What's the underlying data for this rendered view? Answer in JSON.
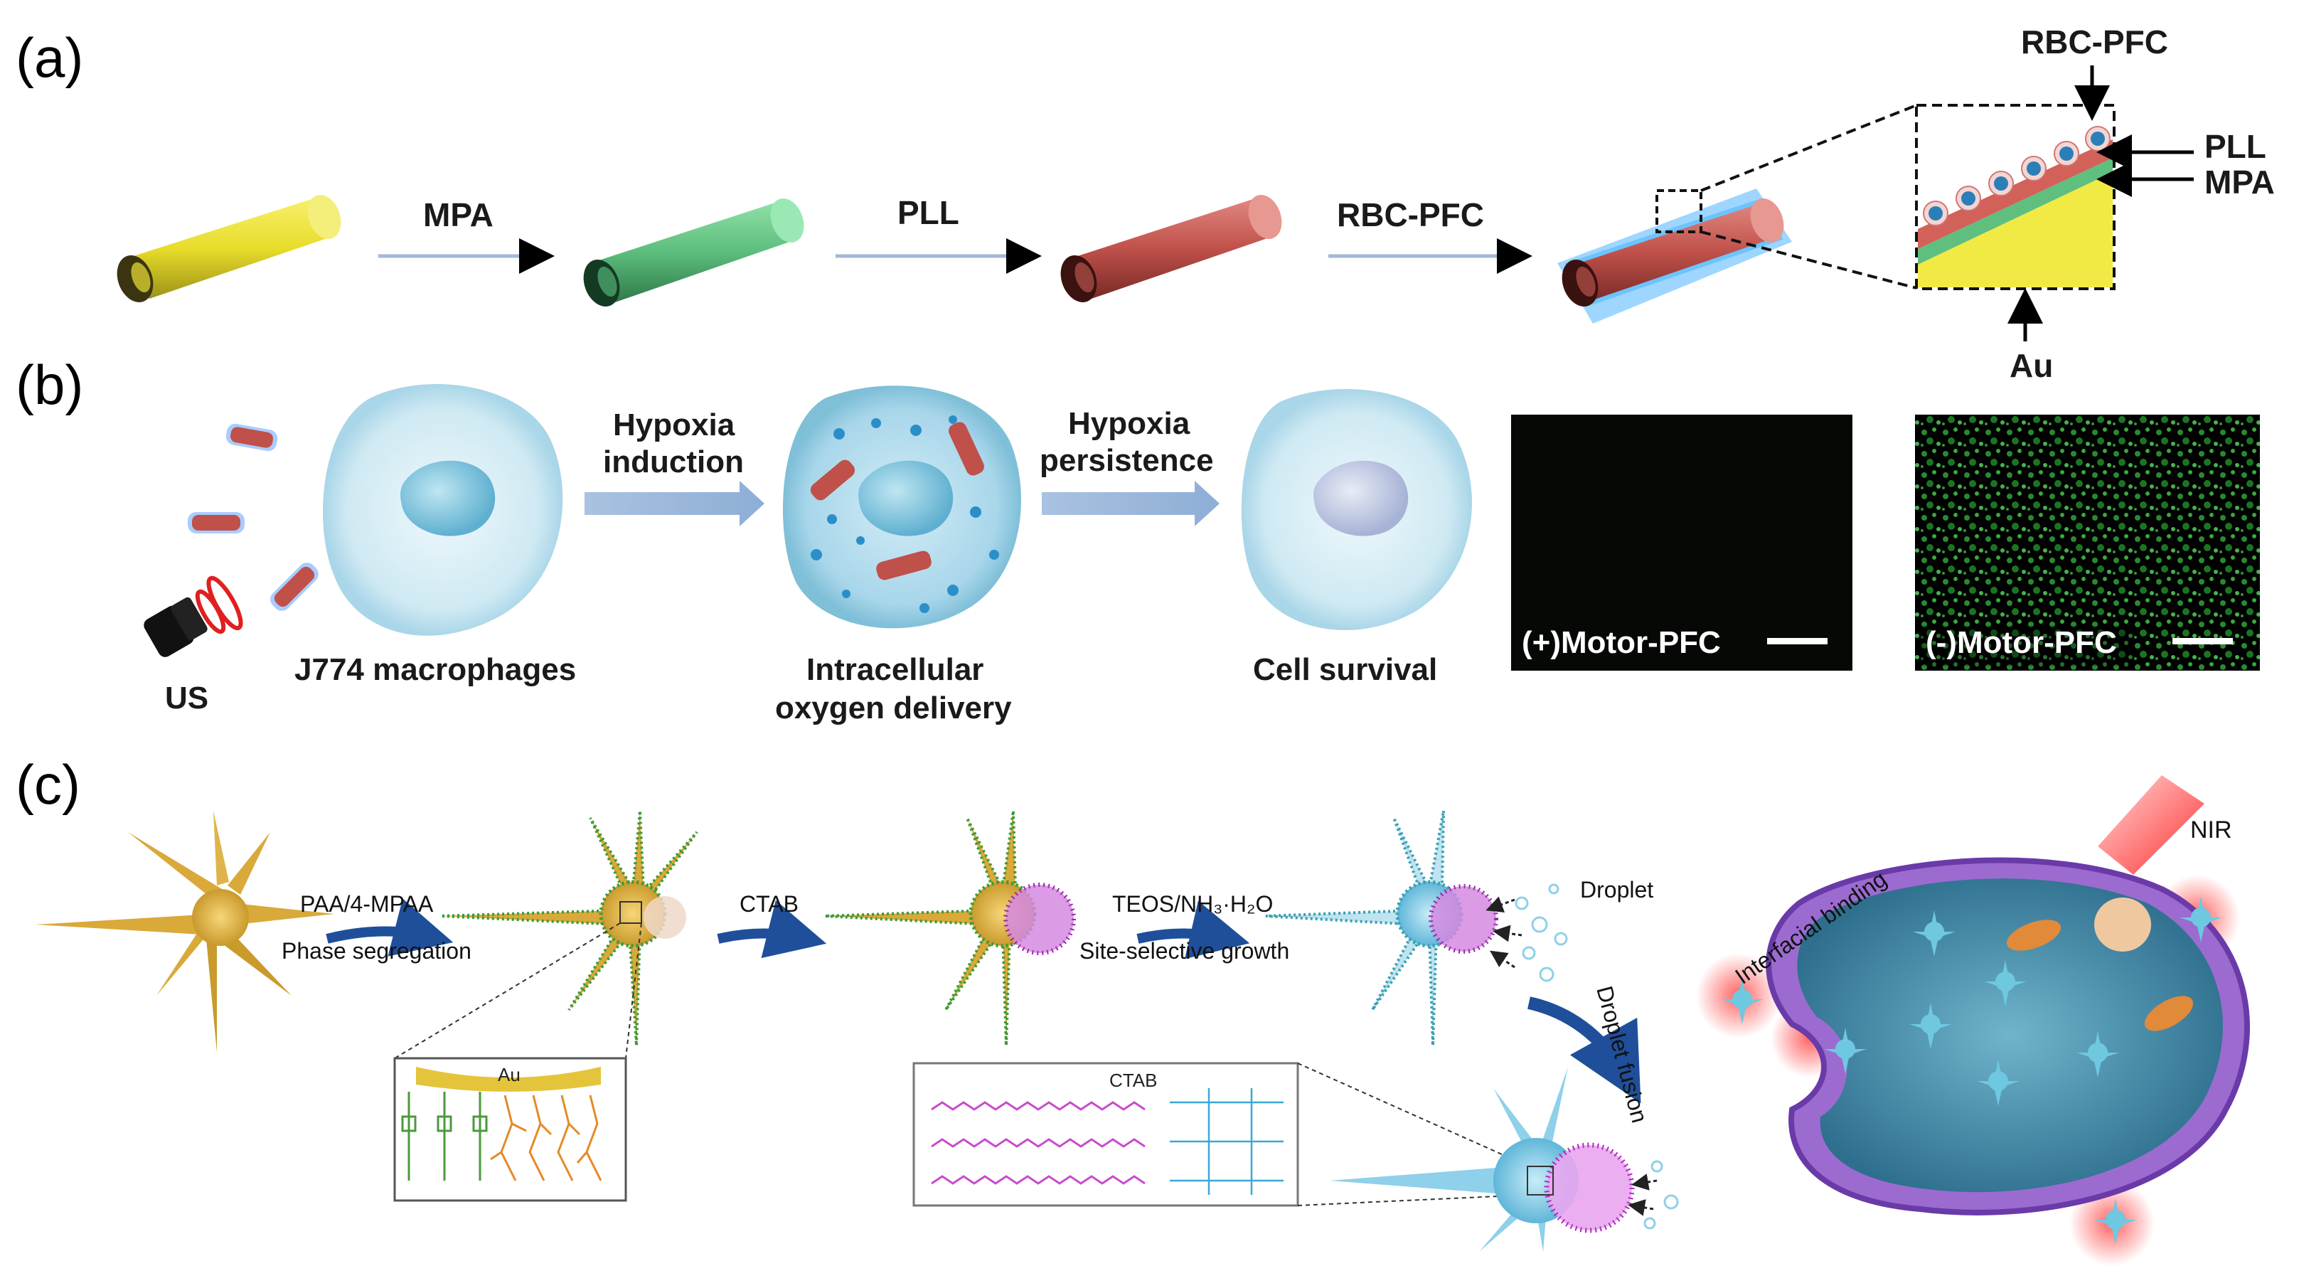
{
  "panels": {
    "a": {
      "label": "(a)"
    },
    "b": {
      "label": "(b)"
    },
    "c": {
      "label": "(c)"
    }
  },
  "panel_a": {
    "steps": [
      "MPA",
      "PLL",
      "RBC-PFC"
    ],
    "inset": {
      "top": "RBC-PFC",
      "layer1": "PLL",
      "layer2": "MPA",
      "bottom": "Au"
    },
    "colors": {
      "gold": "#f2e636",
      "mpa": "#5fbf7f",
      "pll": "#c8524c",
      "rbc": "#2a8fc8"
    }
  },
  "panel_b": {
    "us": "US",
    "macrophages": "J774 macrophages",
    "step1": [
      "Hypoxia",
      "induction"
    ],
    "delivery": [
      "Intracellular",
      "oxygen delivery"
    ],
    "step2": [
      "Hypoxia",
      "persistence"
    ],
    "survival": "Cell survival",
    "img_plus": "(+)Motor-PFC",
    "img_minus": "(-)Motor-PFC"
  },
  "panel_c": {
    "step1_top": "PAA/4-MPAA",
    "step1_bottom": "Phase segregation",
    "step2": "CTAB",
    "step3_top": "TEOS/NH₃·H₂O",
    "step3_bottom": "Site-selective growth",
    "droplet": "Droplet",
    "droplet_fusion": "Droplet fusion",
    "inset_au": "Au",
    "inset_ctab": "CTAB",
    "interfacial": "Interfacial binding",
    "nir": "NIR"
  }
}
